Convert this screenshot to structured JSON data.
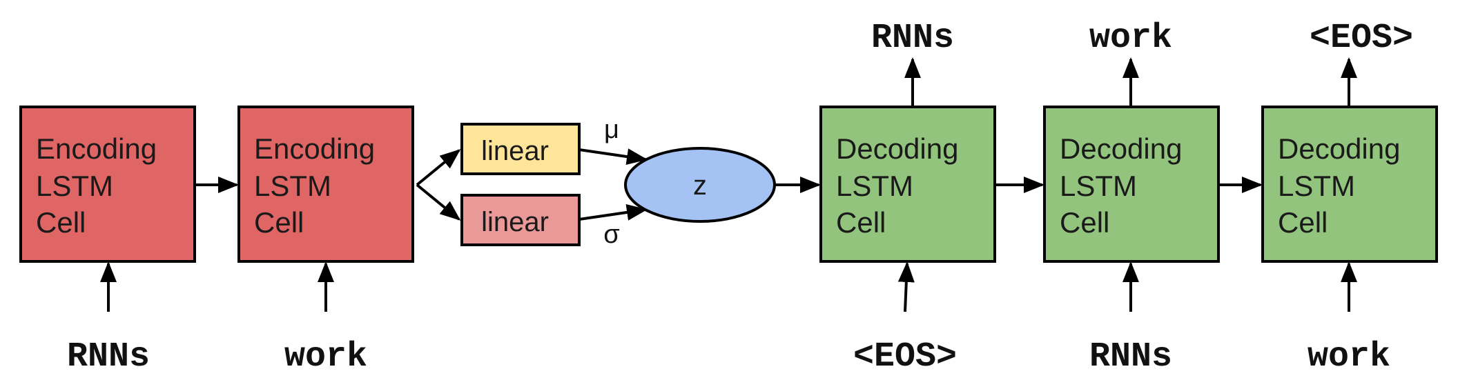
{
  "encoder": {
    "cells": [
      {
        "label": [
          "Encoding",
          "LSTM",
          "Cell"
        ],
        "input": "RNNs"
      },
      {
        "label": [
          "Encoding",
          "LSTM",
          "Cell"
        ],
        "input": "work"
      }
    ]
  },
  "latent": {
    "linear_mu": {
      "label": "linear",
      "symbol": "μ"
    },
    "linear_sigma": {
      "label": "linear",
      "symbol": "σ"
    },
    "z": {
      "label": "z"
    }
  },
  "decoder": {
    "cells": [
      {
        "label": [
          "Decoding",
          "LSTM",
          "Cell"
        ],
        "input": "<EOS>",
        "output": "RNNs"
      },
      {
        "label": [
          "Decoding",
          "LSTM",
          "Cell"
        ],
        "input": "RNNs",
        "output": "work"
      },
      {
        "label": [
          "Decoding",
          "LSTM",
          "Cell"
        ],
        "input": "work",
        "output": "<EOS>"
      }
    ]
  },
  "colors": {
    "encoder_fill": "#e06666",
    "decoder_fill": "#93c47d",
    "linear_mu_fill": "#ffe599",
    "linear_sigma_fill": "#ea9999",
    "z_fill": "#a4c2f4"
  }
}
